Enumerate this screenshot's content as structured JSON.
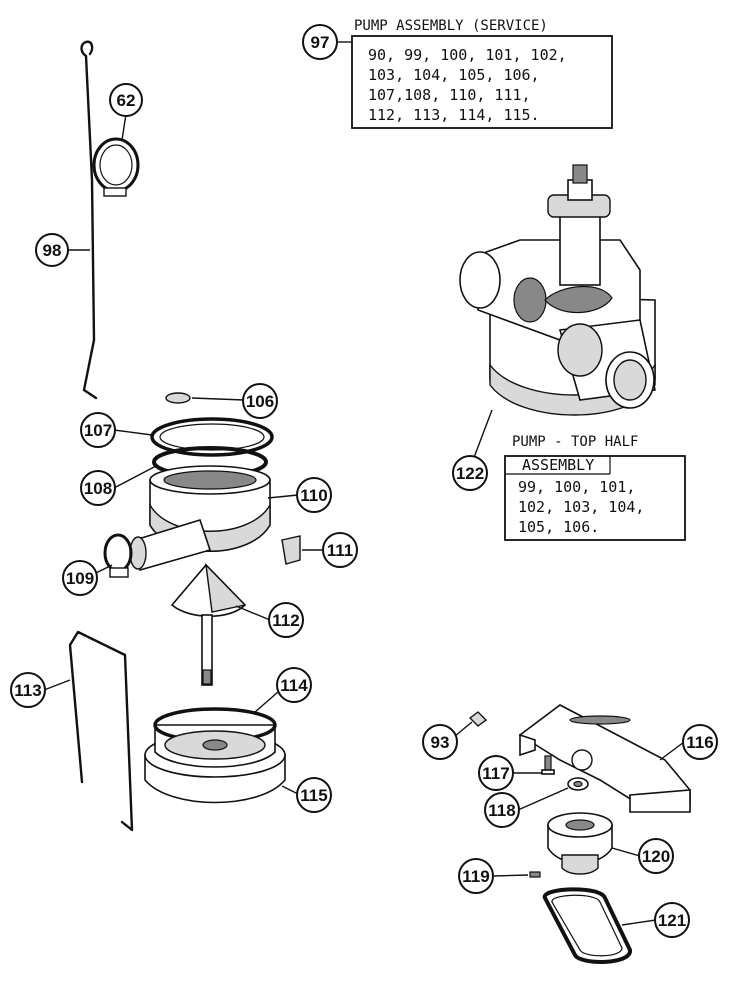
{
  "assemblies": {
    "pump_service": {
      "title": "PUMP ASSEMBLY (SERVICE)",
      "callout": "97",
      "lines": [
        "90, 99, 100, 101, 102,",
        "103, 104, 105, 106,",
        "107,108, 110, 111,",
        "112, 113, 114, 115."
      ]
    },
    "pump_top_half": {
      "title": "PUMP - TOP HALF",
      "subtitle": "ASSEMBLY",
      "callout": "122",
      "lines": [
        "99, 100, 101,",
        "102, 103, 104,",
        "105, 106."
      ]
    }
  },
  "callouts": {
    "c62": "62",
    "c98": "98",
    "c106": "106",
    "c107": "107",
    "c108": "108",
    "c110": "110",
    "c109": "109",
    "c111": "111",
    "c112": "112",
    "c113": "113",
    "c114": "114",
    "c115": "115",
    "c93": "93",
    "c116": "116",
    "c117": "117",
    "c118": "118",
    "c120": "120",
    "c119": "119",
    "c121": "121"
  }
}
